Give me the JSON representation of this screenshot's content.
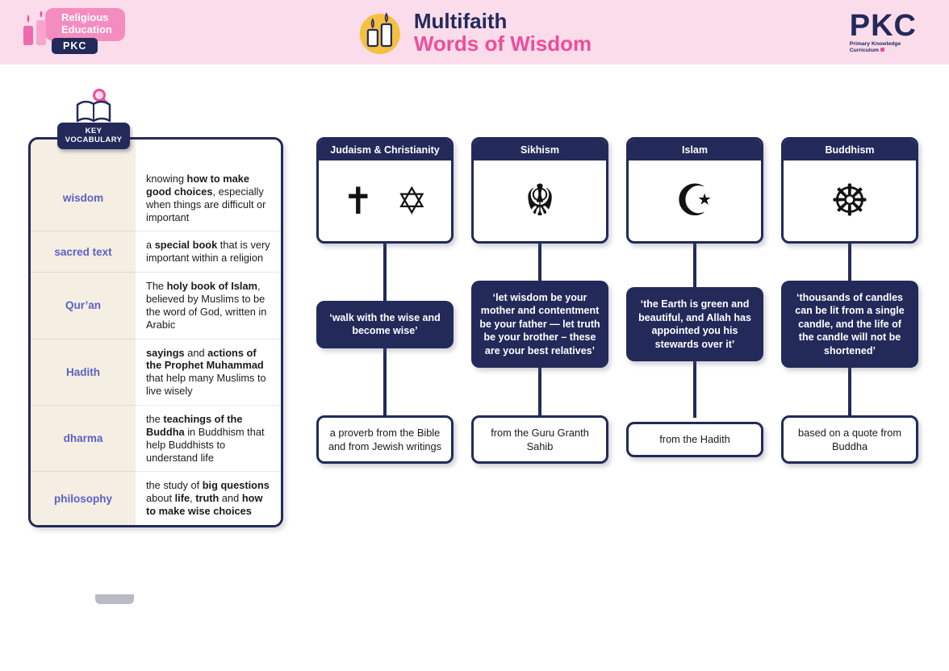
{
  "header": {
    "program_badge": {
      "line1": "Religious",
      "line2": "Education",
      "tag": "PKC"
    },
    "title_line1": "Multifaith",
    "title_line2": "Words of Wisdom",
    "logo": {
      "name": "PKC",
      "tagline1": "Primary Knowledge",
      "tagline2": "Curriculum"
    }
  },
  "key_vocabulary": {
    "badge_line1": "KEY",
    "badge_line2": "VOCABULARY",
    "entries": [
      {
        "term": "wisdom",
        "definition": [
          {
            "text": "knowing "
          },
          {
            "text": "how to make good choices",
            "bold": true
          },
          {
            "text": ", especially when things are difficult or important"
          }
        ]
      },
      {
        "term": "sacred text",
        "definition": [
          {
            "text": "a "
          },
          {
            "text": "special book",
            "bold": true
          },
          {
            "text": " that is very important within a religion"
          }
        ]
      },
      {
        "term": "Qur’an",
        "definition": [
          {
            "text": "The "
          },
          {
            "text": "holy book of Islam",
            "bold": true
          },
          {
            "text": ", believed by Muslims to be the word of God, written in Arabic"
          }
        ]
      },
      {
        "term": "Hadith",
        "definition": [
          {
            "text": "sayings",
            "bold": true
          },
          {
            "text": " and "
          },
          {
            "text": "actions of the Prophet Muhammad",
            "bold": true
          },
          {
            "text": " that help many Muslims to live wisely"
          }
        ]
      },
      {
        "term": "dharma",
        "definition": [
          {
            "text": "the "
          },
          {
            "text": "teachings of the Buddha",
            "bold": true
          },
          {
            "text": " in Buddhism that help Buddhists to understand life"
          }
        ]
      },
      {
        "term": "philosophy",
        "definition": [
          {
            "text": "the study of "
          },
          {
            "text": "big questions",
            "bold": true
          },
          {
            "text": " about "
          },
          {
            "text": "life",
            "bold": true
          },
          {
            "text": ", "
          },
          {
            "text": "truth",
            "bold": true
          },
          {
            "text": " and "
          },
          {
            "text": "how to make wise choices",
            "bold": true
          }
        ]
      }
    ]
  },
  "faiths": [
    {
      "title": "Judaism & Christianity",
      "symbols": [
        "✝",
        "✡"
      ],
      "quote": "‘walk with the wise and become wise’",
      "source": "a proverb from the Bible and from Jewish writings"
    },
    {
      "title": "Sikhism",
      "symbols": [
        "☬"
      ],
      "quote": "‘let wisdom be your mother and contentment be your father — let truth be your brother – these are your best relatives’",
      "source": "from the Guru Granth Sahib"
    },
    {
      "title": "Islam",
      "symbols": [
        "☪"
      ],
      "quote": "‘the Earth is green and beautiful, and Allah has appointed you his stewards over it’",
      "source": "from the Hadith"
    },
    {
      "title": "Buddhism",
      "symbols": [
        "☸"
      ],
      "quote": "‘thousands of candles can be lit from a single candle, and the life of the candle will not be shortened’",
      "source": "based on a quote from Buddha"
    }
  ],
  "colors": {
    "navy": "#232a5a",
    "pink": "#ee4d9b",
    "header_pink": "#fbdcea",
    "badge_pink": "#f58cc0",
    "cream": "#f5eee2",
    "term_blue": "#5a62c3",
    "yellow": "#f4c03f"
  }
}
